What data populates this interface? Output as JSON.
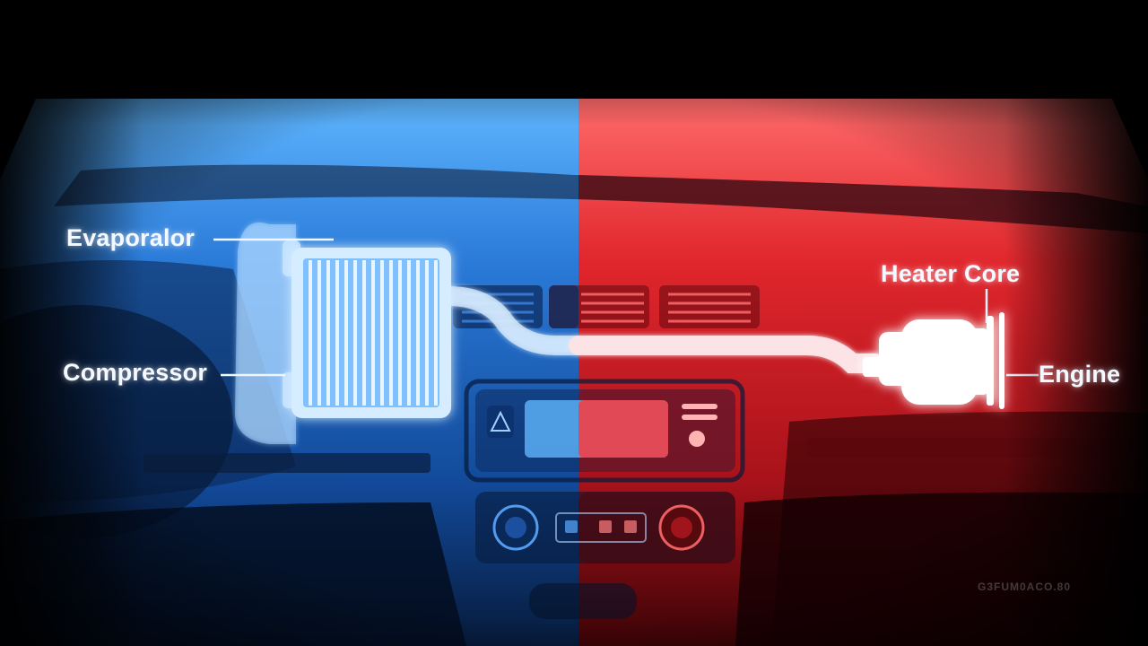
{
  "labels": {
    "evaporator": "Evaporalor",
    "compressor": "Compressor",
    "heater_core": "Heater Core",
    "engine": "Engine"
  },
  "watermark": "G3FUM0ACO.80",
  "colors": {
    "cold_side": "#1f6fd6",
    "cold_glow": "#7cc4ff",
    "hot_side": "#d3212a",
    "hot_glow": "#ff8a8a",
    "background": "#000000",
    "component_fill": "#d6ecff"
  },
  "regions": {
    "left": "cooling",
    "right": "heating"
  }
}
